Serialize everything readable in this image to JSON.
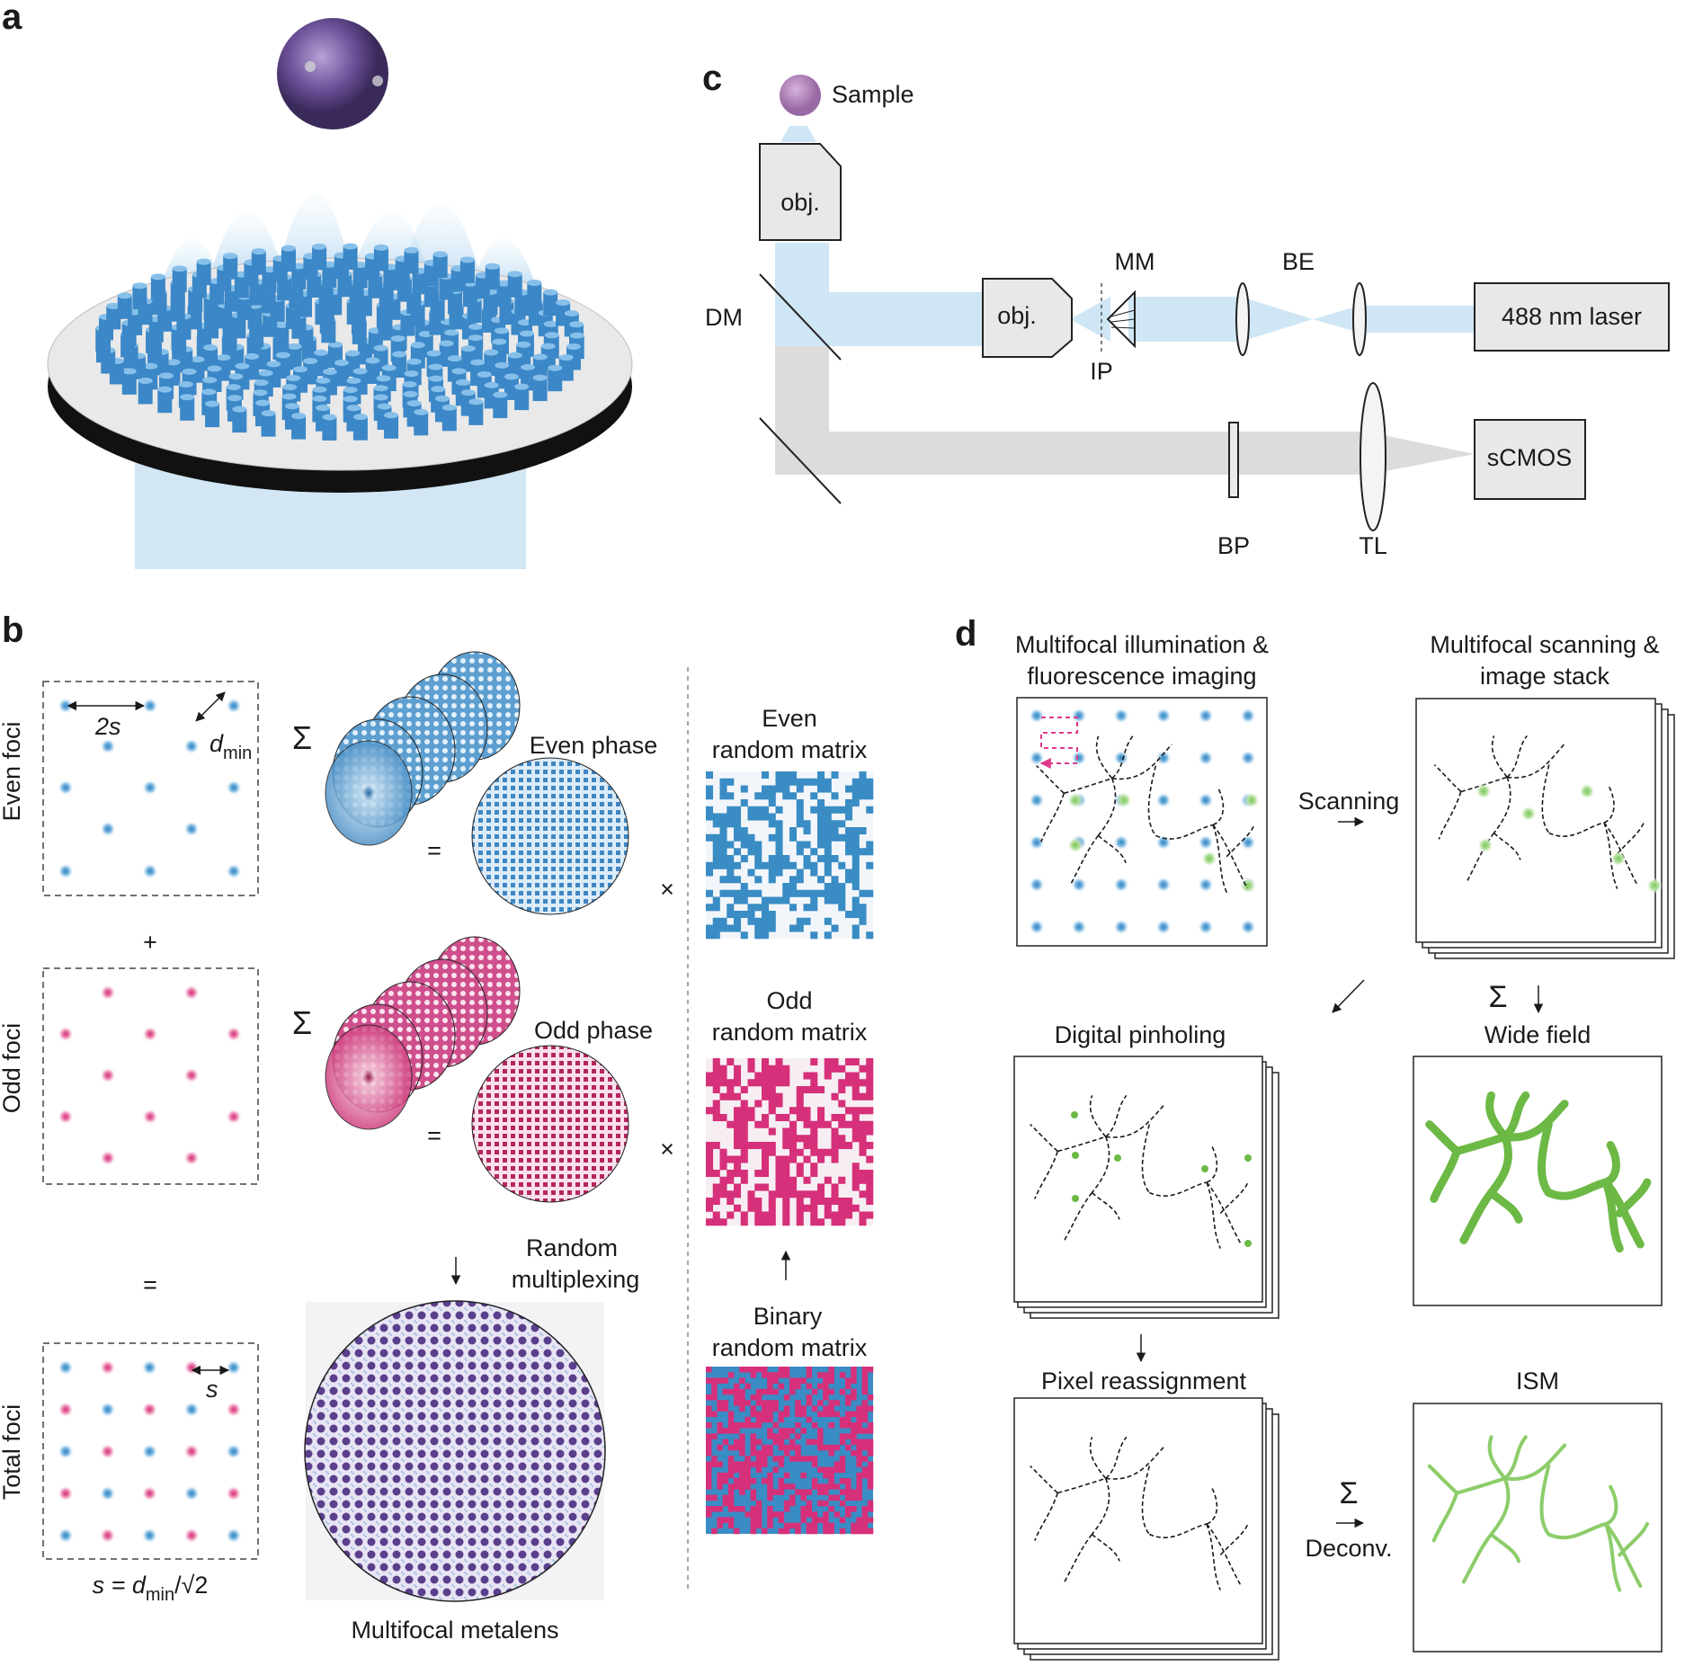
{
  "panels": {
    "a": "a",
    "b": "b",
    "c": "c",
    "d": "d"
  },
  "panel_c": {
    "sample": "Sample",
    "objective_top": "obj.",
    "objective_mid": "obj.",
    "dichroic": "DM",
    "metalens": "MM",
    "image_plane": "IP",
    "beam_expander": "BE",
    "laser": "488 nm laser",
    "camera": "sCMOS",
    "bandpass": "BP",
    "tube_lens": "TL"
  },
  "panel_b": {
    "even_foci": "Even foci",
    "odd_foci": "Odd foci",
    "total_foci": "Total foci",
    "spacing_2s": "2s",
    "spacing_s": "s",
    "dmin": "d",
    "dmin_sub": "min",
    "plus": "+",
    "equals": "=",
    "sum": "Σ",
    "times": "×",
    "even_phase": "Even phase",
    "odd_phase": "Odd phase",
    "random_multiplexing_1": "Random",
    "random_multiplexing_2": "multiplexing",
    "even_matrix_1": "Even",
    "even_matrix_2": "random matrix",
    "odd_matrix_1": "Odd",
    "odd_matrix_2": "random matrix",
    "binary_matrix_1": "Binary",
    "binary_matrix_2": "random matrix",
    "metalens": "Multifocal metalens",
    "formula_s": "s = d",
    "formula_sub": "min",
    "formula_rest": "/√2"
  },
  "panel_d": {
    "step1_line1": "Multifocal illumination &",
    "step1_line2": "fluorescence imaging",
    "step2_line1": "Multifocal scanning &",
    "step2_line2": "image stack",
    "scanning": "Scanning",
    "digital_pinholing": "Digital pinholing",
    "wide_field": "Wide field",
    "pixel_reassignment": "Pixel reassignment",
    "ism": "ISM",
    "deconv": "Deconv.",
    "sum": "Σ"
  },
  "colors": {
    "blue": "#3a8cc4",
    "pink": "#d6307a",
    "green": "#6cb945",
    "beam": "#cfe6f5",
    "gray_beam": "#dcdcdc",
    "purple": "#7b5aa6"
  }
}
